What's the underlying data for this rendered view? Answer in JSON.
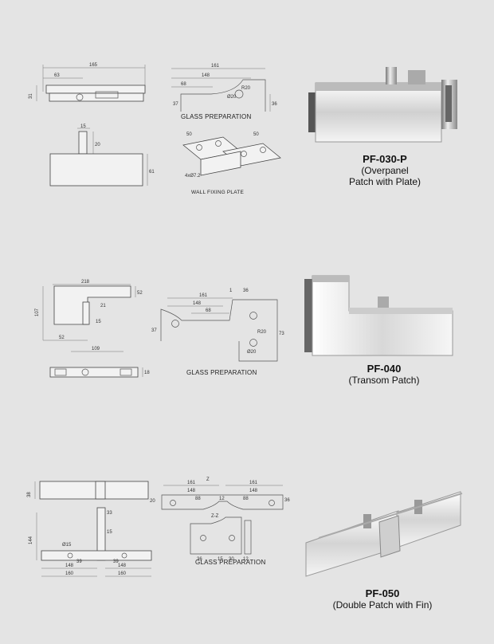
{
  "products": [
    {
      "code": "PF-030-P",
      "desc_line1": "(Overpanel",
      "desc_line2": "Patch with Plate)",
      "glass_prep_label": "GLASS PREPARATION",
      "plate_label": "WALL FIXING PLATE",
      "dims": {
        "overall": "165",
        "part": "63",
        "height": "31",
        "tab": "15",
        "tab_h": "20",
        "body_h": "61",
        "gp_a": "161",
        "gp_b": "148",
        "gp_c": "68",
        "gp_d": "37",
        "gp_r": "R20",
        "gp_h": "36",
        "gp_dia": "Ø20",
        "plate_a": "50",
        "plate_b": "50",
        "plate_holes": "4xØ7.2"
      }
    },
    {
      "code": "PF-040",
      "desc_line1": "(Transom Patch)",
      "glass_prep_label": "GLASS PREPARATION",
      "dims": {
        "overall": "218",
        "height": "107",
        "leg": "52",
        "step": "52",
        "notch": "21",
        "tab": "15",
        "bottom": "109",
        "bottom_h": "18",
        "gp_a": "161",
        "gp_b": "148",
        "gp_c": "68",
        "gp_d": "37",
        "gp_e": "1",
        "gp_f": "36",
        "gp_g": "73",
        "gp_r": "R20",
        "gp_dia": "Ø20"
      }
    },
    {
      "code": "PF-050",
      "desc_line1": "(Double Patch with Fin)",
      "glass_prep_label": "GLASS PREPARATION",
      "section_mark": "Z",
      "section_label": "Z-Z",
      "dims": {
        "top_h": "38",
        "top_w": "20",
        "side_h": "144",
        "gap": "33",
        "inner": "15",
        "hole": "Ø15",
        "b1": "148",
        "b2": "148",
        "b3": "39",
        "b4": "39",
        "b5": "160",
        "b6": "160",
        "gp_a": "161",
        "gp_b": "161",
        "gp_c": "148",
        "gp_d": "148",
        "gp_e": "88",
        "gp_f": "88",
        "gp_g": "12",
        "gp_h": "36",
        "z1": "36",
        "z2": "15",
        "z3": "30",
        "z4": "12"
      }
    }
  ]
}
